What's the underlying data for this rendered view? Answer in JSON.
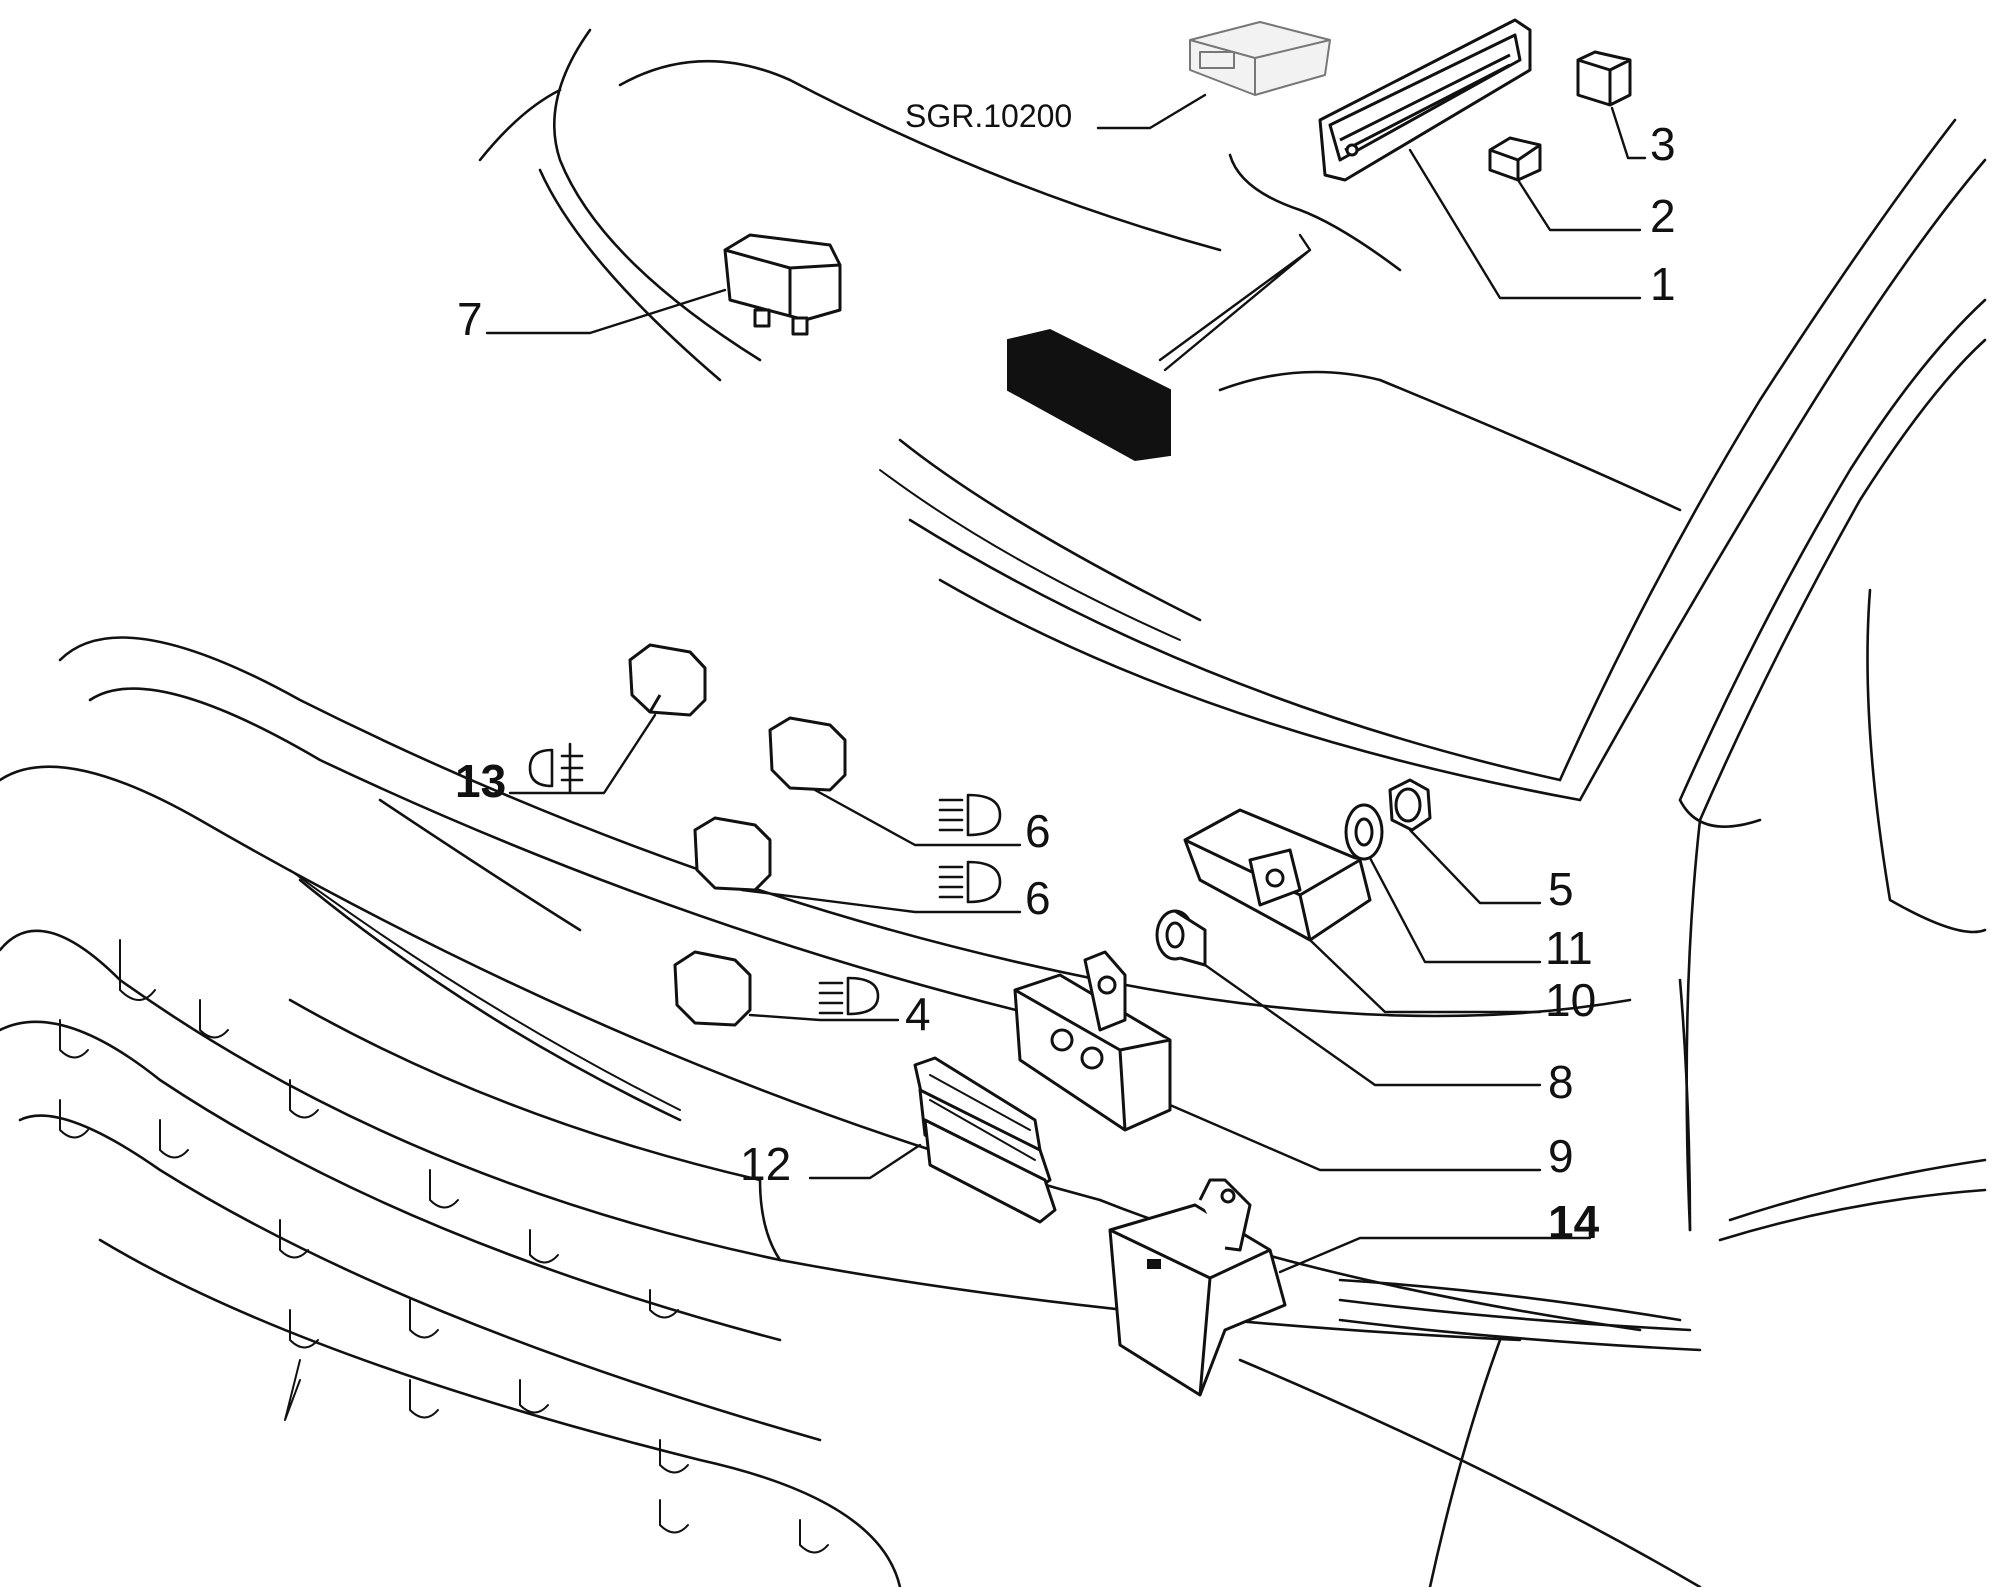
{
  "reference": {
    "code": "SGR.10200",
    "icon": "connector-module-icon"
  },
  "callouts": [
    {
      "id": "c1",
      "label": "1",
      "part": "fuse-box"
    },
    {
      "id": "c2",
      "label": "2",
      "part": "small-relay"
    },
    {
      "id": "c3",
      "label": "3",
      "part": "relay"
    },
    {
      "id": "c4",
      "label": "4",
      "part": "relay",
      "symbol": "high-beam-icon"
    },
    {
      "id": "c5",
      "label": "5",
      "part": "nut"
    },
    {
      "id": "c6a",
      "label": "6",
      "part": "relay",
      "symbol": "high-beam-icon"
    },
    {
      "id": "c6b",
      "label": "6",
      "part": "relay",
      "symbol": "high-beam-icon"
    },
    {
      "id": "c7",
      "label": "7",
      "part": "relay"
    },
    {
      "id": "c8",
      "label": "8",
      "part": "spacer"
    },
    {
      "id": "c9",
      "label": "9",
      "part": "fuse-holder"
    },
    {
      "id": "c10",
      "label": "10",
      "part": "bracket"
    },
    {
      "id": "c11",
      "label": "11",
      "part": "washer"
    },
    {
      "id": "c12",
      "label": "12",
      "part": "maxi-fuse"
    },
    {
      "id": "c13",
      "label": "13",
      "part": "relay",
      "symbol": "rear-fog-icon"
    },
    {
      "id": "c14",
      "label": "14",
      "part": "control-unit"
    }
  ]
}
